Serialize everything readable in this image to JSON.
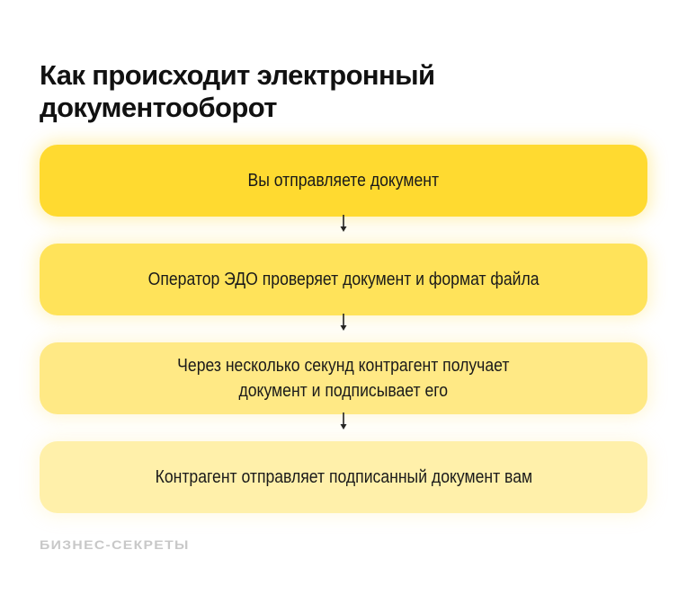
{
  "title": "Как происходит электронный документооборот",
  "steps": [
    {
      "text": "Вы отправляете документ",
      "color": "#FFDA30",
      "glow": "rgba(255,214,40,0.35)"
    },
    {
      "text": "Оператор ЭДО проверяет документ и формат файла",
      "color": "#FFE35A",
      "glow": "rgba(255,222,80,0.30)"
    },
    {
      "text": "Через несколько секунд контрагент получает\nдокумент и подписывает его",
      "color": "#FFE985",
      "glow": "rgba(255,228,120,0.28)"
    },
    {
      "text": "Контрагент отправляет подписанный документ вам",
      "color": "#FFF0AA",
      "glow": "rgba(255,234,150,0.25)"
    }
  ],
  "arrows": [
    "arrow-down-icon",
    "arrow-down-icon",
    "arrow-down-icon"
  ],
  "brand": "БИЗНЕС-СЕКРЕТЫ"
}
